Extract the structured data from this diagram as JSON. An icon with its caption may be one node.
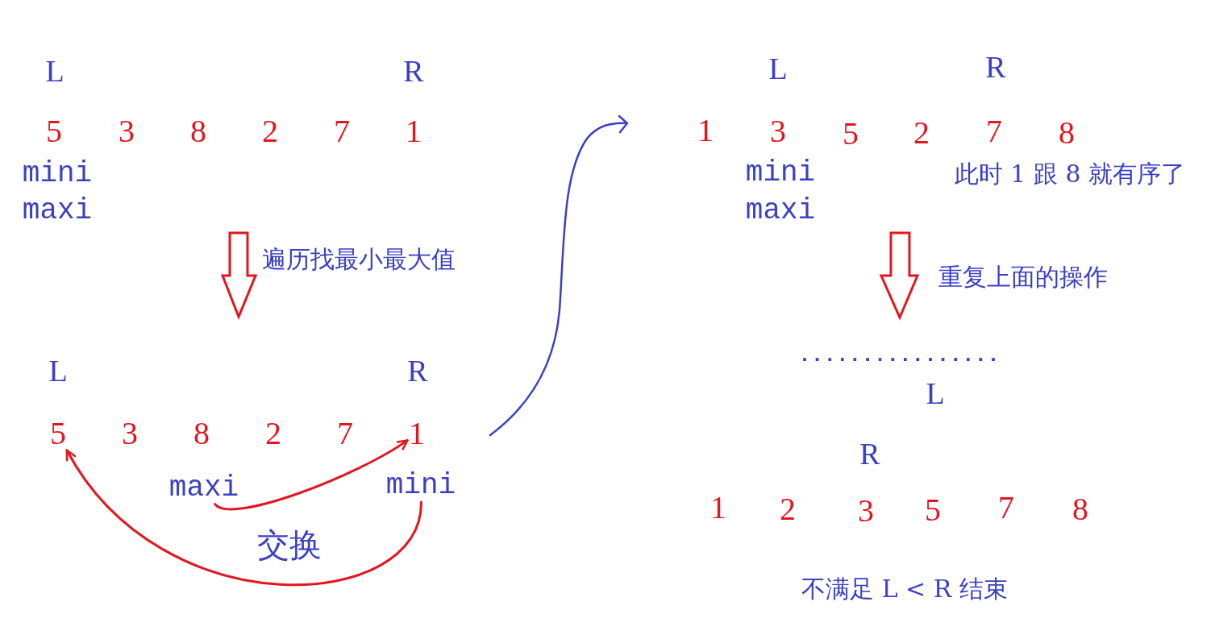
{
  "diagram": {
    "nodes": [
      {
        "text": [
          "5"
        ]
      },
      {
        "text": [
          "1"
        ]
      },
      {
        "text": [
          "maxi"
        ]
      },
      {
        "text": [
          "mini"
        ]
      }
    ],
    "edges": [
      {
        "from": 2,
        "to": 1,
        "arrow": "to"
      },
      {
        "from": 3,
        "to": 0,
        "arrow": "to"
      }
    ],
    "labels": [
      "L",
      "R",
      "5",
      "3",
      "8",
      "2",
      "7",
      "1",
      "mini",
      "maxi",
      "遍历找最小最大值",
      "L",
      "R",
      "3",
      "8",
      "2",
      "7",
      "交换",
      "L",
      "R",
      "1",
      "3",
      "5",
      "2",
      "7",
      "8",
      "mini",
      "此时 1 跟 8 就有序了",
      "maxi",
      "重复上面的操作",
      "................",
      "L",
      "R",
      "1",
      "2",
      "3",
      "5",
      "7",
      "8",
      "不满足 L < R 结束"
    ]
  }
}
